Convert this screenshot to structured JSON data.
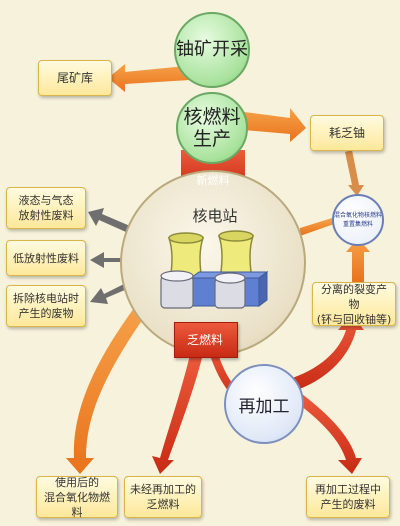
{
  "nodes": {
    "uranium_mining": "铀矿开采",
    "tailings": "尾矿库",
    "fuel_production": "核燃料\n生产",
    "depleted_uranium": "耗乏铀",
    "new_fuel": "新燃料",
    "nuclear_plant": "核电站",
    "mox_storage": "混合氧化物核燃料\n重置集燃料",
    "gaseous_waste": "液态与气态\n放射性废料",
    "low_level_waste": "低放射性废料",
    "decommission_waste": "拆除核电站时\n产生的废物",
    "fission_products": "分离的裂变产物\n(钚与回收铀等)",
    "spent_fuel": "乏燃料",
    "reprocessing": "再加工",
    "used_mox": "使用后的\n混合氧化物燃料",
    "unprocessed_spent": "未经再加工的\n乏燃料",
    "reprocessing_waste": "再加工过程中\n产生的废料"
  },
  "colors": {
    "orange_arrow": "#f0862e",
    "red_arrow": "#d93a1e",
    "gray_arrow": "#6f6f6f",
    "box_border": "#d9b54a"
  }
}
